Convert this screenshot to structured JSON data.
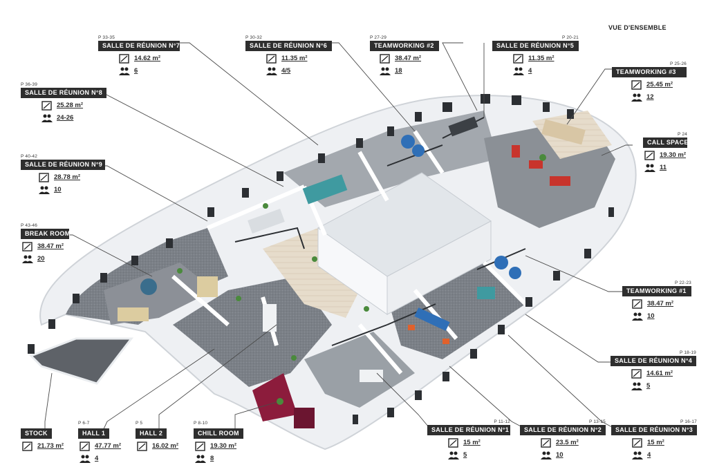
{
  "overview_label": "VUE D'ENSEMBLE",
  "rooms": [
    {
      "id": "reunion7",
      "page": "P 33-35",
      "name": "SALLE DE RÉUNION N°7",
      "area": "14.62 m²",
      "seats": "6"
    },
    {
      "id": "reunion6",
      "page": "P 30-32",
      "name": "SALLE DE RÉUNION N°6",
      "area": "11.35 m²",
      "seats": "4/5"
    },
    {
      "id": "teamworking2",
      "page": "P 27-29",
      "name": "TEAMWORKING #2",
      "area": "38.47 m²",
      "seats": "18"
    },
    {
      "id": "reunion5",
      "page": "P 20-21",
      "name": "SALLE DE RÉUNION N°5",
      "area": "11.35 m²",
      "seats": "4"
    },
    {
      "id": "teamworking3",
      "page": "P 25-26",
      "name": "TEAMWORKING #3",
      "area": "25.45 m²",
      "seats": "12"
    },
    {
      "id": "reunion8",
      "page": "P 36-39",
      "name": "SALLE DE RÉUNION N°8",
      "area": "25.28 m²",
      "seats": "24-26"
    },
    {
      "id": "callspace",
      "page": "P 24",
      "name": "CALL SPACE",
      "area": "19.30 m²",
      "seats": "11"
    },
    {
      "id": "reunion9",
      "page": "P 40-42",
      "name": "SALLE DE RÉUNION N°9",
      "area": "28.78 m²",
      "seats": "10"
    },
    {
      "id": "breakroom",
      "page": "P 43-46",
      "name": "BREAK ROOM",
      "area": "38.47 m²",
      "seats": "20"
    },
    {
      "id": "teamworking1",
      "page": "P 22-23",
      "name": "TEAMWORKING #1",
      "area": "38.47 m²",
      "seats": "10"
    },
    {
      "id": "reunion4",
      "page": "P 18-19",
      "name": "SALLE DE RÉUNION N°4",
      "area": "14.61 m²",
      "seats": "5"
    },
    {
      "id": "stock",
      "page": "",
      "name": "STOCK",
      "area": "21.73 m²",
      "seats": ""
    },
    {
      "id": "hall1",
      "page": "P 6-7",
      "name": "HALL 1",
      "area": "47.77 m²",
      "seats": "4"
    },
    {
      "id": "hall2",
      "page": "P 5",
      "name": "HALL 2",
      "area": "16.02 m²",
      "seats": ""
    },
    {
      "id": "chillroom",
      "page": "P 8-10",
      "name": "CHILL ROOM",
      "area": "19.30 m²",
      "seats": "8"
    },
    {
      "id": "reunion1",
      "page": "P 11-12",
      "name": "SALLE DE RÉUNION N°1",
      "area": "15 m²",
      "seats": "5"
    },
    {
      "id": "reunion2",
      "page": "P 13-15",
      "name": "SALLE DE RÉUNION N°2",
      "area": "23.5 m²",
      "seats": "10"
    },
    {
      "id": "reunion3",
      "page": "P 16-17",
      "name": "SALLE DE RÉUNION N°3",
      "area": "15 m²",
      "seats": "4"
    }
  ],
  "icons": {
    "area": "area-icon",
    "seats": "people-icon"
  },
  "colors": {
    "label_bg": "#2e2e2e",
    "floor": "#7d8289",
    "wall": "#f4f5f7",
    "accent_red": "#c8342c",
    "accent_blue": "#2f6fb7",
    "accent_teal": "#3f9aa0"
  }
}
